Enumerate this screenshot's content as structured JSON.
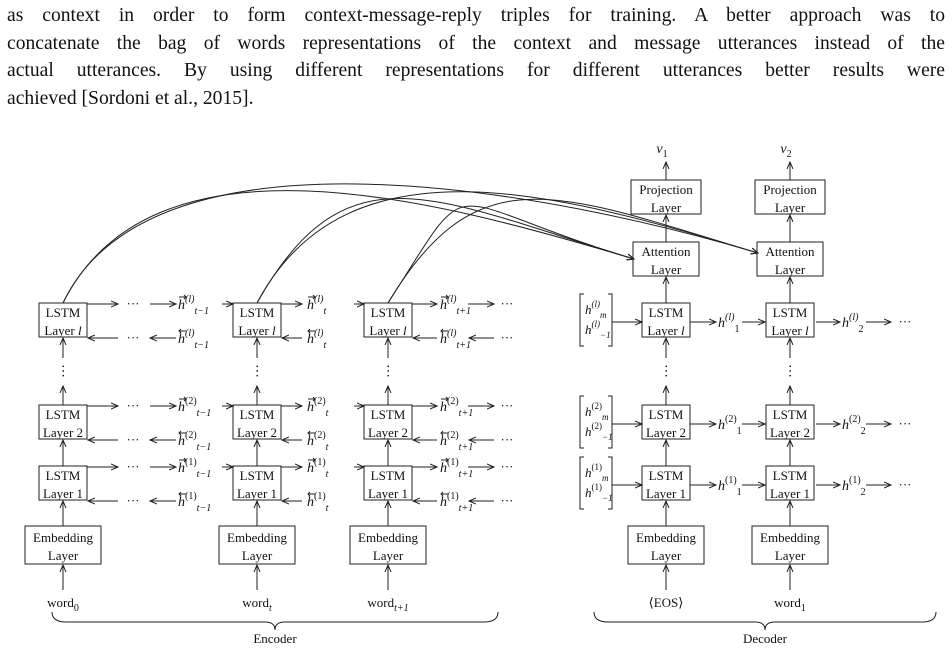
{
  "paragraph": {
    "lines": [
      "as context in order to form context-message-reply triples for training.  A better approach was to",
      "concatenate the bag of words representations of the context and message utterances instead of the",
      "actual utterances.  By using different representations for different utterances better results were",
      "achieved [Sordoni et al., 2015]."
    ]
  },
  "figure": {
    "lstm_word": "LSTM",
    "layer_word": "Layer",
    "layer_l": "l",
    "layer_2": "2",
    "layer_1": "1",
    "embedding_top": "Embedding",
    "embedding_bottom": "Layer",
    "attention_top": "Attention",
    "attention_bottom": "Layer",
    "projection_top": "Projection",
    "projection_bottom": "Layer",
    "dots": "···",
    "vdots": "⋮",
    "encoder_inputs": [
      {
        "base": "word",
        "sub": "0"
      },
      {
        "base": "word",
        "sub": "t"
      },
      {
        "base": "word",
        "sub": "t+1"
      }
    ],
    "decoder_inputs": [
      {
        "base": "⟨EOS⟩",
        "sub": ""
      },
      {
        "base": "word",
        "sub": "1"
      }
    ],
    "outputs": [
      {
        "base": "v",
        "sub": "1"
      },
      {
        "base": "v",
        "sub": "2"
      }
    ],
    "hidden_subs": [
      "t−1",
      "t",
      "t+1"
    ],
    "decoder_hidden_subs": [
      "1",
      "2"
    ],
    "context_subs": [
      "m",
      "−1"
    ],
    "encoder_label": "Encoder",
    "decoder_label": "Decoder"
  }
}
